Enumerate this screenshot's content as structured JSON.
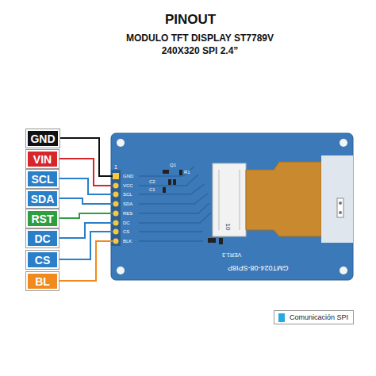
{
  "diagram": {
    "title": "PINOUT",
    "nodes": [
      {
        "text": [
          "GND"
        ]
      },
      {
        "text": [
          "VIN"
        ]
      },
      {
        "text": [
          "SCL"
        ]
      },
      {
        "text": [
          "SDA"
        ]
      },
      {
        "text": [
          "RST"
        ]
      },
      {
        "text": [
          "DC"
        ]
      },
      {
        "text": [
          "CS"
        ]
      },
      {
        "text": [
          "BL"
        ]
      }
    ],
    "labels": [
      "MODULO TFT DISPLAY ST7789V",
      "240X320 SPI  2.4”",
      "1",
      "GND",
      "VCC",
      "SCL",
      "SDA",
      "RES",
      "DC",
      "CS",
      "BLK",
      "GMT024-08-SPI8P",
      "VER1.3",
      "10",
      "Q1",
      "C1",
      "C2",
      "R1"
    ],
    "legend": [
      {
        "text": "Comunicación SPI",
        "color": "#29a9e0"
      }
    ]
  }
}
